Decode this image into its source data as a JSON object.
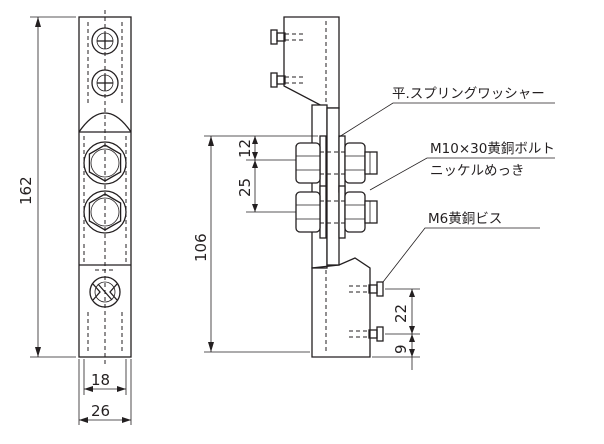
{
  "dimensions": {
    "overall_height": "162",
    "inner_width": "18",
    "outer_width": "26",
    "bolt_span": "106",
    "bolt_upper": "12",
    "bolt_pitch": "25",
    "screw_pitch": "22",
    "screw_bottom": "9"
  },
  "labels": {
    "washer": "平.スプリングワッシャー",
    "bolt_line1": "M10×30黄銅ボルト",
    "bolt_line2": "ニッケルめっき",
    "screw": "M6黄銅ビス"
  }
}
